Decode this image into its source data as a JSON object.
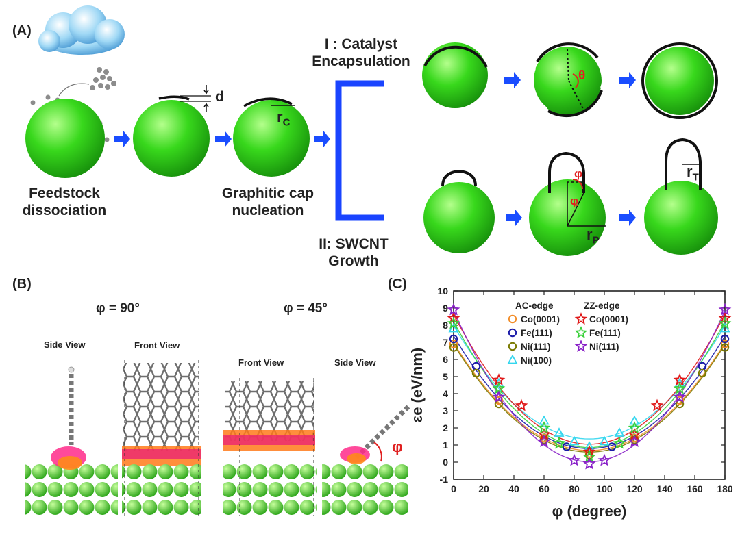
{
  "panel_a": {
    "letter": "(A)",
    "feedstock_caption": [
      "Feedstock",
      "dissociation"
    ],
    "cap_caption": [
      "Graphitic cap",
      "nucleation"
    ],
    "d_label": "d",
    "rc_label": "r",
    "rc_sub": "C",
    "path1": [
      "I : Catalyst",
      "Encapsulation"
    ],
    "path2": [
      "II: SWCNT",
      "Growth"
    ],
    "theta_label": "θ",
    "phi_label": "φ",
    "rp_label": "r",
    "rp_sub": "P",
    "rt_label": "r",
    "rt_sub": "T"
  },
  "panel_b": {
    "letter": "(B)",
    "phi90": "φ = 90°",
    "phi45": "φ = 45°",
    "side_view_1": "Side View",
    "front_view_1": "Front View",
    "front_view_2": "Front View",
    "side_view_2": "Side View",
    "phi_mark": "φ"
  },
  "panel_c": {
    "letter": "(C)"
  },
  "chart_data": {
    "type": "scatter",
    "xlabel": "φ (degree)",
    "ylabel": "εe (eV/nm)",
    "xlim": [
      0,
      180
    ],
    "ylim": [
      -1,
      10
    ],
    "xticks": [
      0,
      20,
      40,
      60,
      80,
      100,
      120,
      140,
      160,
      180
    ],
    "yticks": [
      -1,
      0,
      1,
      2,
      3,
      4,
      5,
      6,
      7,
      8,
      9,
      10
    ],
    "legend_groups": [
      "AC-edge",
      "ZZ-edge"
    ],
    "series": [
      {
        "name": "Co(0001)",
        "group": "AC-edge",
        "marker": "circle",
        "color": "#f28c28",
        "x": [
          0,
          30,
          60,
          90,
          120,
          150,
          180
        ],
        "y": [
          6.9,
          3.6,
          1.4,
          0.5,
          1.4,
          3.6,
          6.9
        ]
      },
      {
        "name": "Fe(111)",
        "group": "AC-edge",
        "marker": "circle",
        "color": "#1a1aa8",
        "x": [
          0,
          15,
          75,
          105,
          165,
          180
        ],
        "y": [
          7.2,
          5.6,
          0.9,
          0.9,
          5.6,
          7.2
        ]
      },
      {
        "name": "Ni(111)",
        "group": "AC-edge",
        "marker": "circle",
        "color": "#7a7a00",
        "x": [
          0,
          15,
          30,
          60,
          90,
          120,
          150,
          165,
          180
        ],
        "y": [
          6.7,
          5.2,
          3.4,
          1.3,
          0.4,
          1.3,
          3.4,
          5.2,
          6.7
        ]
      },
      {
        "name": "Ni(100)",
        "group": "AC-edge",
        "marker": "triangle",
        "color": "#33d6ee",
        "x": [
          0,
          30,
          60,
          70,
          80,
          90,
          100,
          110,
          120,
          150,
          180
        ],
        "y": [
          7.8,
          4.6,
          2.4,
          1.7,
          1.2,
          0.9,
          1.2,
          1.7,
          2.4,
          4.6,
          7.8
        ]
      },
      {
        "name": "Co(0001)",
        "group": "ZZ-edge",
        "marker": "star",
        "color": "#e01818",
        "x": [
          0,
          30,
          45,
          60,
          90,
          120,
          135,
          150,
          180
        ],
        "y": [
          8.4,
          4.8,
          3.3,
          1.6,
          0.6,
          1.6,
          3.3,
          4.8,
          8.4
        ]
      },
      {
        "name": "Fe(111)",
        "group": "ZZ-edge",
        "marker": "star",
        "color": "#3ad03a",
        "x": [
          0,
          30,
          60,
          70,
          90,
          110,
          120,
          150,
          180
        ],
        "y": [
          8.1,
          4.3,
          2.0,
          1.1,
          0.3,
          1.1,
          2.0,
          4.3,
          8.1
        ]
      },
      {
        "name": "Ni(111)",
        "group": "ZZ-edge",
        "marker": "star",
        "color": "#8a22c8",
        "x": [
          0,
          30,
          60,
          80,
          90,
          100,
          120,
          150,
          180
        ],
        "y": [
          8.9,
          3.8,
          1.2,
          0.1,
          -0.1,
          0.1,
          1.2,
          3.8,
          8.9
        ]
      }
    ]
  }
}
